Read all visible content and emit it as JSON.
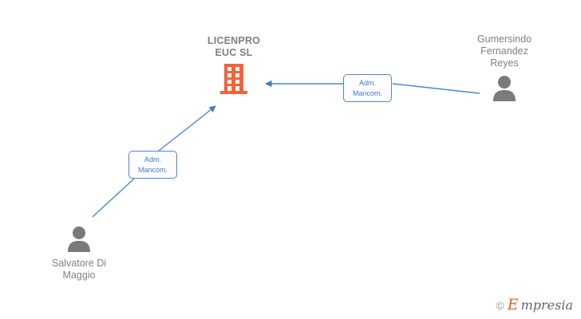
{
  "diagram": {
    "type": "corporate-relationship-graph",
    "background_color": "#ffffff",
    "company": {
      "name": "LICENPRO\nEUC  SL",
      "icon": "building-icon",
      "icon_color": "#f4623a",
      "label_color": "#808080"
    },
    "people": [
      {
        "id": "person-right",
        "name": "Gumersindo\nFernandez\nReyes",
        "icon": "person-icon",
        "icon_color": "#7a7a7a",
        "label_position": "above"
      },
      {
        "id": "person-left",
        "name": "Salvatore Di\nMaggio",
        "icon": "person-icon",
        "icon_color": "#7a7a7a",
        "label_position": "below"
      }
    ],
    "edges": [
      {
        "id": "edge-right",
        "from": "person-right",
        "to": "company",
        "label_line1": "Adm.",
        "label_line2": "Mancom.",
        "color": "#4a86d8",
        "arrow": "to-company"
      },
      {
        "id": "edge-left",
        "from": "person-left",
        "to": "company",
        "label_line1": "Adm.",
        "label_line2": "Mancom.",
        "color": "#4a86d8",
        "arrow": "to-company"
      }
    ]
  },
  "watermark": {
    "copyright": "©",
    "brand_initial": "E",
    "brand_rest": "mpresia"
  }
}
